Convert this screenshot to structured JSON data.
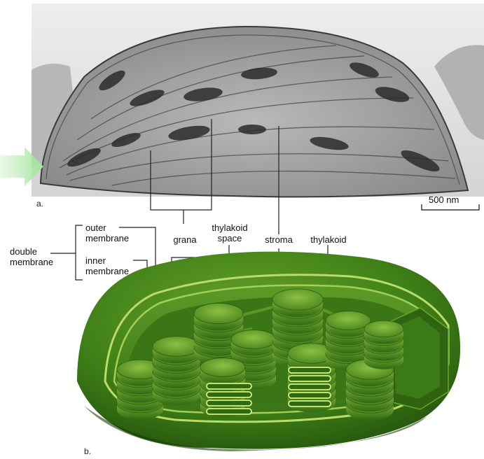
{
  "panels": {
    "a": "a.",
    "b": "b."
  },
  "scale_bar": "500 nm",
  "labels": {
    "outer_membrane": [
      "outer",
      "membrane"
    ],
    "inner_membrane": [
      "inner",
      "membrane"
    ],
    "double_membrane": [
      "double",
      "membrane"
    ],
    "grana": "grana",
    "thylakoid_space": [
      "thylakoid",
      "space"
    ],
    "stroma": "stroma",
    "thylakoid": "thylakoid"
  },
  "colors": {
    "leaf_dark": "#2e6b14",
    "leaf_mid": "#4f8f22",
    "leaf_light": "#a9d14a",
    "micrograph_bg": "#d8d8d8",
    "arrow": "#a8e6a1"
  }
}
